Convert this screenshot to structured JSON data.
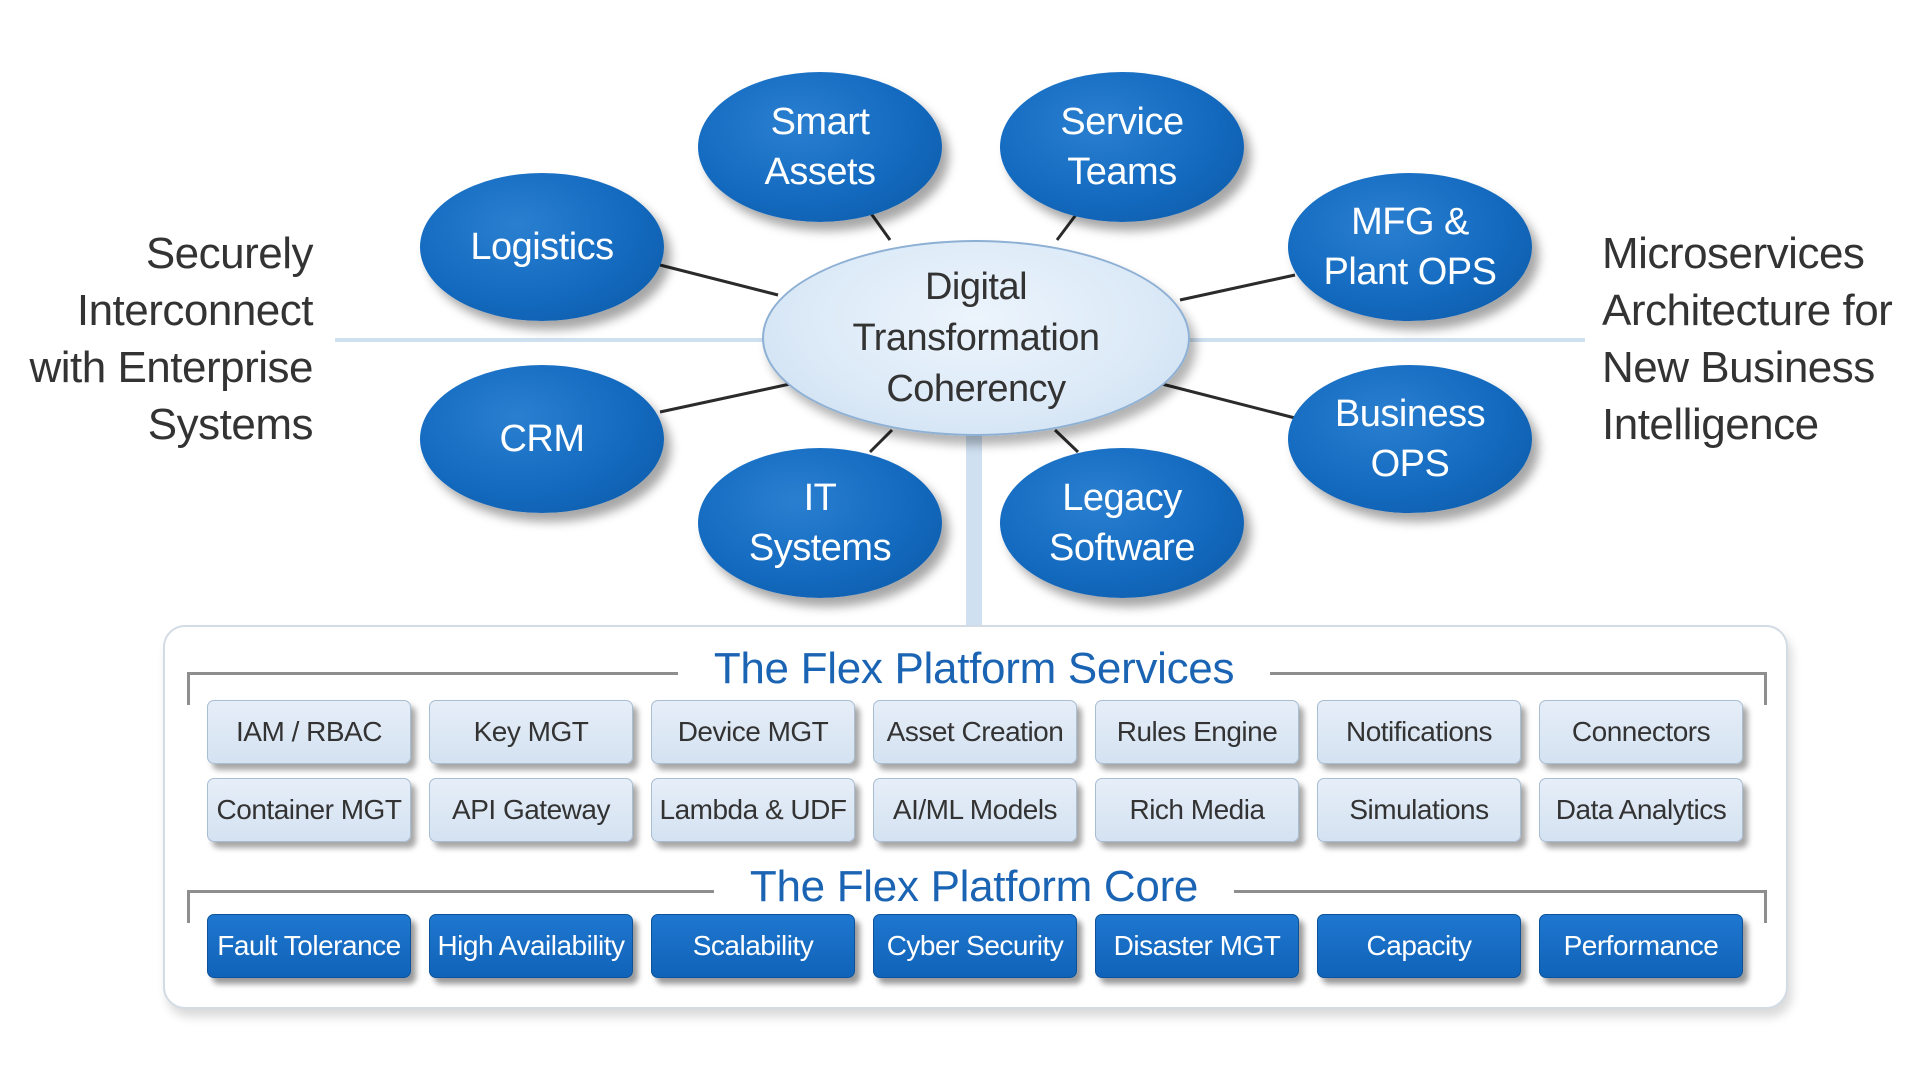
{
  "colors": {
    "node_blue": "#136abf",
    "hub_fill": "#dbe9f7",
    "title_blue": "#1a64b3",
    "chip_light": "#dde8f5",
    "chip_dark": "#1167bc",
    "connector": "#2b2b2b",
    "axis_line": "#cfe0f1"
  },
  "left_text": [
    "Securely",
    "Interconnect",
    "with Enterprise",
    "Systems"
  ],
  "right_text": [
    "Microservices",
    "Architecture for",
    "New Business",
    "Intelligence"
  ],
  "hub": {
    "label": "Digital\nTransformation\nCoherency"
  },
  "nodes": [
    {
      "id": "smart-assets",
      "label": "Smart\nAssets"
    },
    {
      "id": "service-teams",
      "label": "Service\nTeams"
    },
    {
      "id": "logistics",
      "label": "Logistics"
    },
    {
      "id": "mfg-plant-ops",
      "label": "MFG &\nPlant OPS"
    },
    {
      "id": "crm",
      "label": "CRM"
    },
    {
      "id": "business-ops",
      "label": "Business\nOPS"
    },
    {
      "id": "it-systems",
      "label": "IT\nSystems"
    },
    {
      "id": "legacy-software",
      "label": "Legacy\nSoftware"
    }
  ],
  "services": {
    "title": "The Flex Platform Services",
    "row1": [
      "IAM / RBAC",
      "Key MGT",
      "Device MGT",
      "Asset Creation",
      "Rules Engine",
      "Notifications",
      "Connectors"
    ],
    "row2": [
      "Container MGT",
      "API Gateway",
      "Lambda & UDF",
      "AI/ML Models",
      "Rich Media",
      "Simulations",
      "Data Analytics"
    ]
  },
  "core": {
    "title": "The Flex Platform Core",
    "items": [
      "Fault Tolerance",
      "High Availability",
      "Scalability",
      "Cyber Security",
      "Disaster MGT",
      "Capacity",
      "Performance"
    ]
  }
}
